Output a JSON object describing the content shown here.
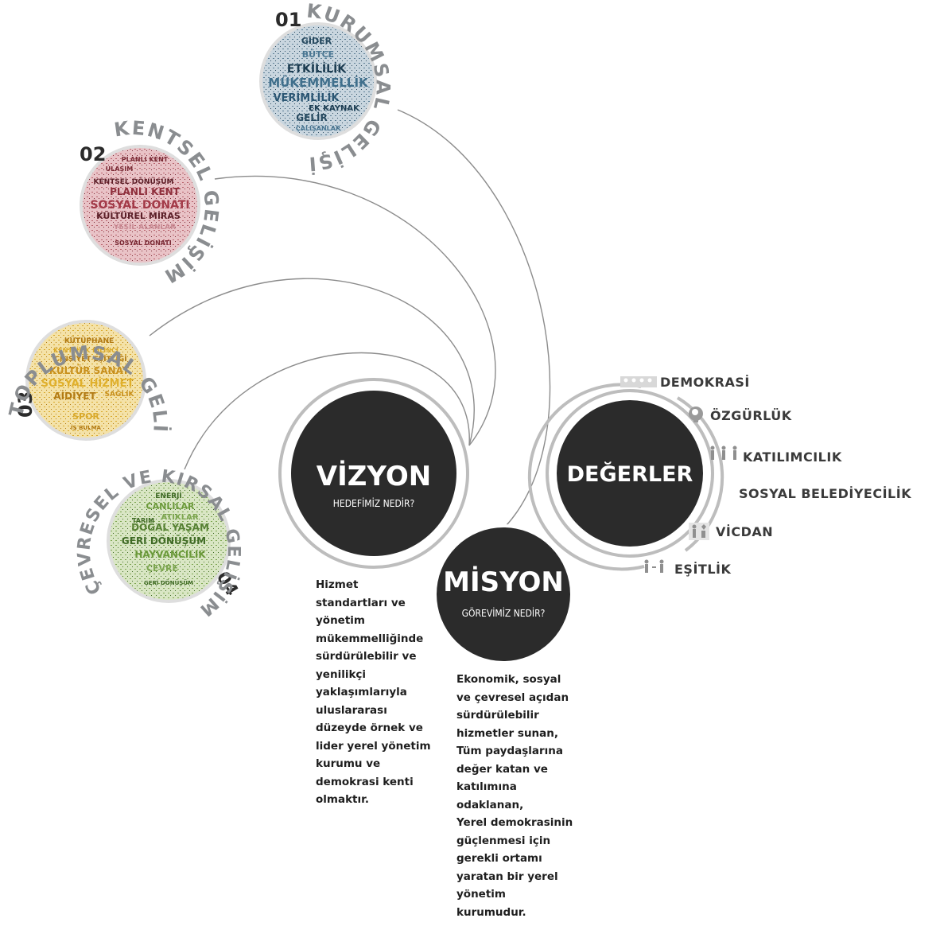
{
  "vision": {
    "title": "VİZYON",
    "subtitle": "HEDEFİMİZ NEDİR?",
    "text": "Hizmet\nstandartları ve\nyönetim\nmükemmelliğinde\nsürdürülebilir ve\nyenilikçi\nyaklaşımlarıyla\nuluslararası\ndüzeyde örnek ve\nlider yerel yönetim\nkurumu ve\ndemokrasi kenti\nolmaktır."
  },
  "mission": {
    "title": "MİSYON",
    "subtitle": "GÖREVİMİZ NEDİR?",
    "text": "Ekonomik, sosyal\nve çevresel açıdan\nsürdürülebilir\nhizmetler sunan,\nTüm paydaşlarına\ndeğer katan ve\nkatılımına\nodaklanan,\nYerel demokrasinin\ngüçlenmesi için\ngerekli ortamı\nyaratan bir yerel\nyönetim\nkurumudur."
  },
  "values": {
    "title": "DEĞERLER",
    "items": [
      {
        "label": "DEMOKRASİ",
        "icon": "people-group-icon"
      },
      {
        "label": "ÖZGÜRLÜK",
        "icon": "head-idea-icon"
      },
      {
        "label": "KATILIMCILIK",
        "icon": "people-row-icon"
      },
      {
        "label": "SOSYAL BELEDİYECİLİK",
        "icon": ""
      },
      {
        "label": "VİCDAN",
        "icon": "heart-person-icon"
      },
      {
        "label": "EŞİTLİK",
        "icon": "two-people-icon"
      }
    ]
  },
  "goals": [
    {
      "number": "01",
      "name": "KURUMSAL GELİŞİM",
      "color": "#3f6f8c",
      "words": [
        "GİDER",
        "BÜTÇE",
        "ETKİLİLİK",
        "MÜKEMMELLİK",
        "VERİMLİLİK",
        "EK KAYNAK",
        "GELİR",
        "ÇALIŞANLAR"
      ]
    },
    {
      "number": "02",
      "name": "KENTSEL GELİŞİM",
      "color": "#a33a48",
      "words": [
        "PLANLI KENT",
        "ULAŞIM",
        "KENTSEL DÖNÜŞÜM",
        "PLANLI KENT",
        "SOSYAL DONATI",
        "KÜLTÜREL MİRAS",
        "YEŞİL ALANLAR",
        "SOSYAL DONATI"
      ]
    },
    {
      "number": "03",
      "name": "TOPLUMSAL GELİŞİM",
      "color": "#d3a11f",
      "words": [
        "KÜTÜPHANE",
        "KENTLİLİK BİLİNCİ",
        "CİNSİYET EŞİTLİĞİ",
        "KÜLTÜR SANAT",
        "SOSYAL HİZMET",
        "AİDİYET",
        "SAĞLIK",
        "SPOR",
        "İŞ BULMA"
      ]
    },
    {
      "number": "04",
      "name": "ÇEVRESEL VE KIRSAL GELİŞİM",
      "color": "#6b9a3a",
      "words": [
        "ENERJİ",
        "CANLILAR",
        "ATIKLAR",
        "TARIM",
        "DOĞAL YAŞAM",
        "GERİ DÖNÜŞÜM",
        "HAYVANCILIK",
        "ÇEVRE",
        "GERİ DÖNÜŞÜM"
      ]
    }
  ]
}
